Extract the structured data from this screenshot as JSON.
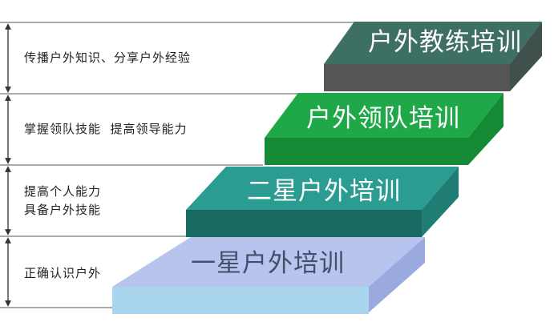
{
  "steps": [
    {
      "title": "一星户外培训",
      "description": [
        "正确认识户外"
      ],
      "colors": {
        "top": "#B7C4EE",
        "front": "#A9D5EE",
        "side": "#9AAADE"
      }
    },
    {
      "title": "二星户外培训",
      "description": [
        "提高个人能力",
        "具备户外技能"
      ],
      "colors": {
        "top": "#2A9C91",
        "front": "#196A62",
        "side": "#1F7D74"
      }
    },
    {
      "title": "户外领队培训",
      "description": [
        "掌握领队技能  提高领导能力"
      ],
      "colors": {
        "top": "#1FA847",
        "front": "#168A37",
        "side": "#148A35"
      }
    },
    {
      "title": "户外教练培训",
      "description": [
        "传播户外知识、分享户外经验"
      ],
      "colors": {
        "top": "#3E6F63",
        "front": "#555555",
        "side": "#40504C"
      }
    }
  ],
  "colors": {
    "guide_line": "#555555",
    "arrow": "#333333"
  }
}
